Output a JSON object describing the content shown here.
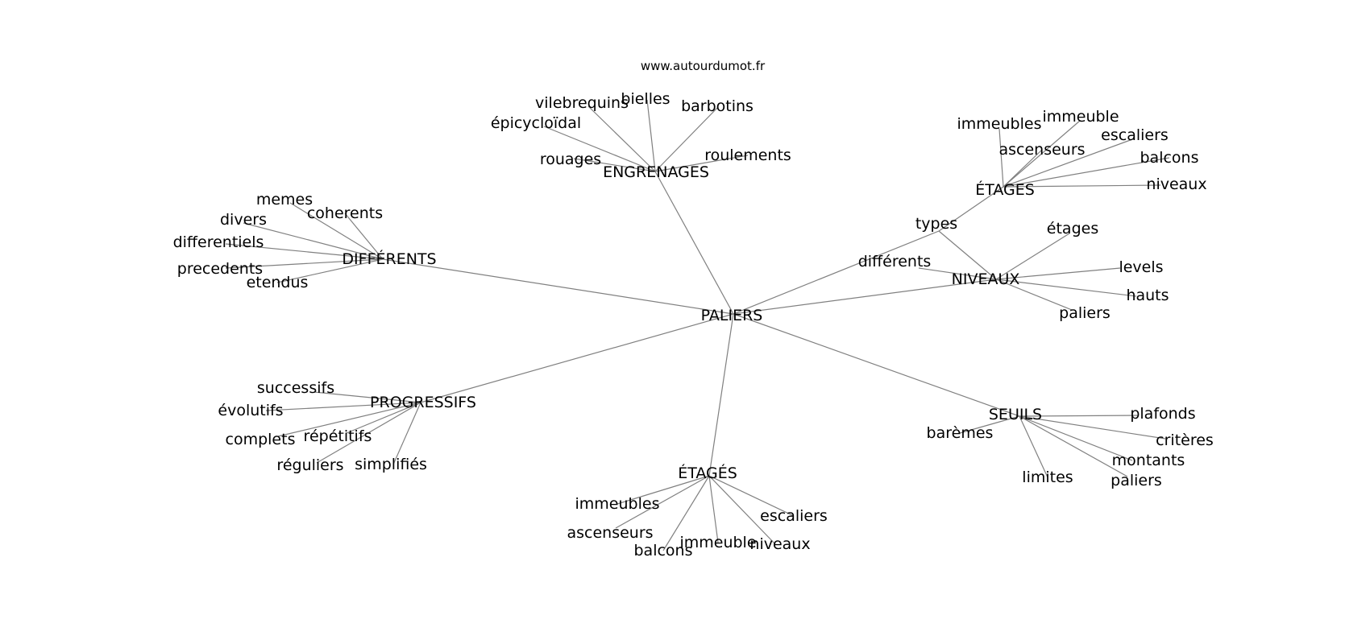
{
  "source": "www.autourdumot.fr",
  "nodes": {
    "paliers": "PALIERS",
    "engrenages": "ENGRENAGES",
    "eng_vilebrequins": "vilebrequins",
    "eng_bielles": "bielles",
    "eng_barbotins": "barbotins",
    "eng_epicycloidal": "épicycloïdal",
    "eng_rouages": "rouages",
    "eng_roulements": "roulements",
    "etages_top": "ÉTAGES",
    "et1_immeubles": "immeubles",
    "et1_immeuble": "immeuble",
    "et1_escaliers": "escaliers",
    "et1_ascenseurs": "ascenseurs",
    "et1_balcons": "balcons",
    "et1_niveaux": "niveaux",
    "types": "types",
    "differents_lc": "différents",
    "niveaux": "NIVEAUX",
    "niv_etages": "étages",
    "niv_levels": "levels",
    "niv_hauts": "hauts",
    "niv_paliers": "paliers",
    "differents": "DIFFÉRENTS",
    "dif_memes": "memes",
    "dif_coherents": "coherents",
    "dif_divers": "divers",
    "dif_differentiels": "differentiels",
    "dif_precedents": "precedents",
    "dif_etendus": "etendus",
    "progressifs": "PROGRESSIFS",
    "pro_successifs": "successifs",
    "pro_evolutifs": "évolutifs",
    "pro_complets": "complets",
    "pro_repetitifs": "répétitifs",
    "pro_reguliers": "réguliers",
    "pro_simplifies": "simplifiés",
    "etages_bottom": "ÉTAGÉS",
    "et2_immeubles": "immeubles",
    "et2_escaliers": "escaliers",
    "et2_ascenseurs": "ascenseurs",
    "et2_immeuble": "immeuble",
    "et2_niveaux": "niveaux",
    "et2_balcons": "balcons",
    "seuils": "SEUILS",
    "seu_plafonds": "plafonds",
    "seu_baremes": "barèmes",
    "seu_criteres": "critères",
    "seu_montants": "montants",
    "seu_limites": "limites",
    "seu_paliers": "paliers"
  }
}
